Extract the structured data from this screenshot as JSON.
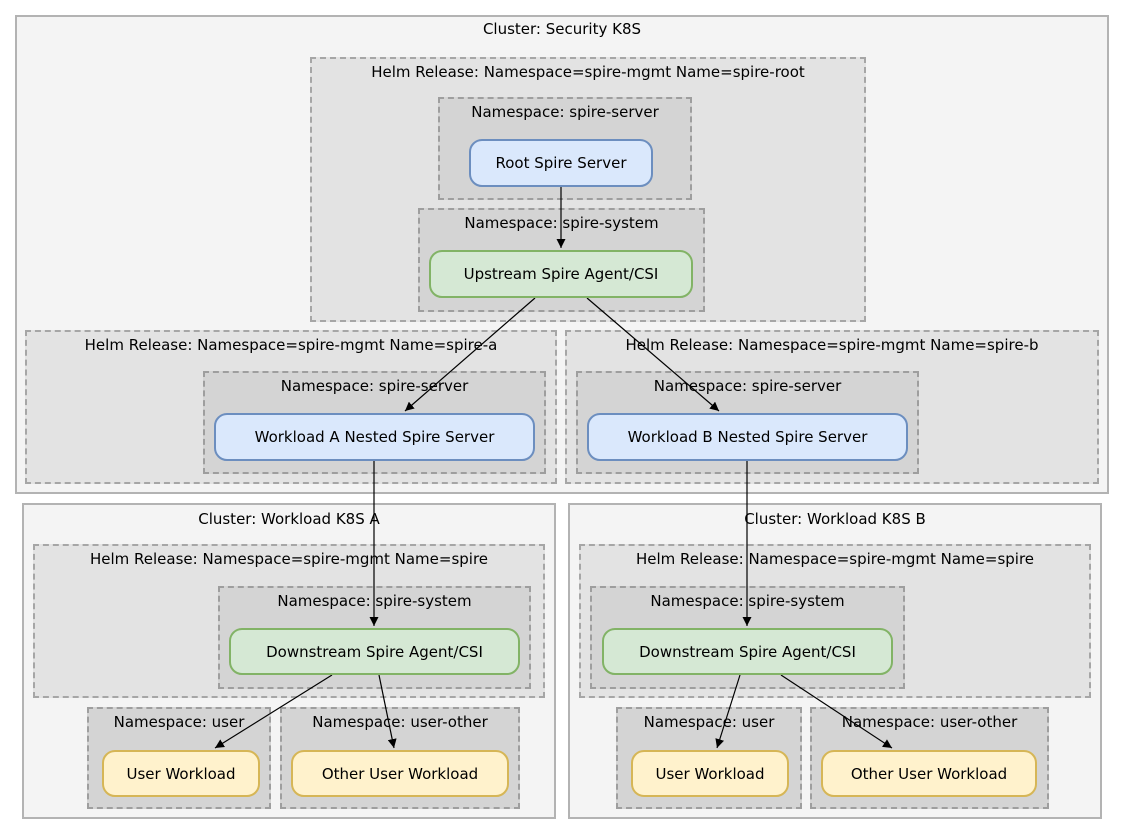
{
  "clusters": {
    "security": "Cluster: Security K8S",
    "workload_a": "Cluster: Workload K8S A",
    "workload_b": "Cluster: Workload K8S B"
  },
  "helm_releases": {
    "root": "Helm Release: Namespace=spire-mgmt Name=spire-root",
    "spire_a": "Helm Release: Namespace=spire-mgmt Name=spire-a",
    "spire_b": "Helm Release: Namespace=spire-mgmt Name=spire-b",
    "wa_spire": "Helm Release: Namespace=spire-mgmt Name=spire",
    "wb_spire": "Helm Release: Namespace=spire-mgmt Name=spire"
  },
  "namespaces": {
    "root_server": "Namespace: spire-server",
    "root_system": "Namespace: spire-system",
    "a_server": "Namespace: spire-server",
    "b_server": "Namespace: spire-server",
    "wa_system": "Namespace: spire-system",
    "wb_system": "Namespace: spire-system",
    "wa_user": "Namespace: user",
    "wa_user_other": "Namespace: user-other",
    "wb_user": "Namespace: user",
    "wb_user_other": "Namespace: user-other"
  },
  "nodes": {
    "root_server": "Root Spire Server",
    "upstream_agent": "Upstream Spire Agent/CSI",
    "workload_a_server": "Workload A Nested Spire Server",
    "workload_b_server": "Workload B Nested Spire Server",
    "downstream_agent_a": "Downstream Spire Agent/CSI",
    "downstream_agent_b": "Downstream Spire Agent/CSI",
    "user_workload_a": "User Workload",
    "other_user_workload_a": "Other User Workload",
    "user_workload_b": "User Workload",
    "other_user_workload_b": "Other User Workload"
  },
  "edges": [
    {
      "from": "root_server",
      "to": "upstream_agent"
    },
    {
      "from": "upstream_agent",
      "to": "workload_a_server"
    },
    {
      "from": "upstream_agent",
      "to": "workload_b_server"
    },
    {
      "from": "workload_a_server",
      "to": "downstream_agent_a"
    },
    {
      "from": "workload_b_server",
      "to": "downstream_agent_b"
    },
    {
      "from": "downstream_agent_a",
      "to": "user_workload_a"
    },
    {
      "from": "downstream_agent_a",
      "to": "other_user_workload_a"
    },
    {
      "from": "downstream_agent_b",
      "to": "user_workload_b"
    },
    {
      "from": "downstream_agent_b",
      "to": "other_user_workload_b"
    }
  ],
  "colors": {
    "server_fill": "#dae8fc",
    "server_stroke": "#6c8ebf",
    "agent_fill": "#d5e8d4",
    "agent_stroke": "#82b366",
    "workload_fill": "#fff2cc",
    "workload_stroke": "#d6b656"
  }
}
